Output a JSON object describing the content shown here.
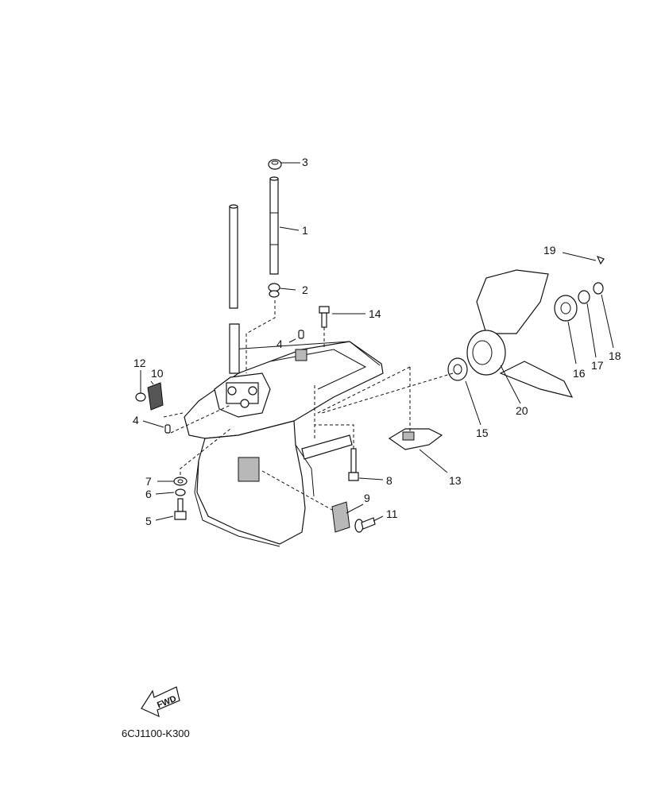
{
  "diagram": {
    "code": "6CJ1100-K300",
    "fwd_label": "FWD",
    "callouts": [
      {
        "id": "c1",
        "label": "1"
      },
      {
        "id": "c2",
        "label": "2"
      },
      {
        "id": "c3",
        "label": "3"
      },
      {
        "id": "c4a",
        "label": "4"
      },
      {
        "id": "c4b",
        "label": "4"
      },
      {
        "id": "c5",
        "label": "5"
      },
      {
        "id": "c6",
        "label": "6"
      },
      {
        "id": "c7",
        "label": "7"
      },
      {
        "id": "c8",
        "label": "8"
      },
      {
        "id": "c9",
        "label": "9"
      },
      {
        "id": "c10",
        "label": "10"
      },
      {
        "id": "c11",
        "label": "11"
      },
      {
        "id": "c12",
        "label": "12"
      },
      {
        "id": "c13",
        "label": "13"
      },
      {
        "id": "c14",
        "label": "14"
      },
      {
        "id": "c15",
        "label": "15"
      },
      {
        "id": "c16",
        "label": "16"
      },
      {
        "id": "c17",
        "label": "17"
      },
      {
        "id": "c18",
        "label": "18"
      },
      {
        "id": "c19",
        "label": "19"
      },
      {
        "id": "c20",
        "label": "20"
      }
    ]
  }
}
